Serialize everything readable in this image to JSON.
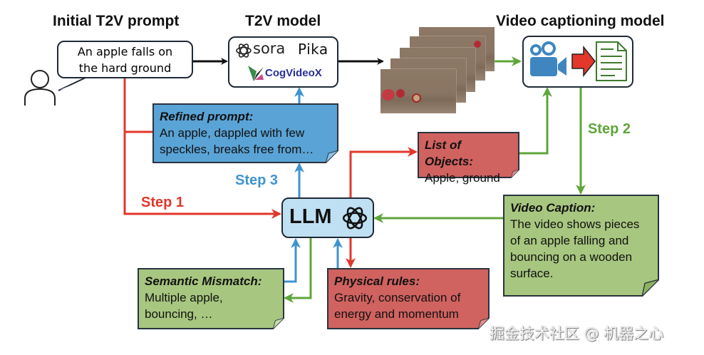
{
  "titles": {
    "initial_prompt": "Initial T2V prompt",
    "t2v_model": "T2V model",
    "captioning_model": "Video captioning model"
  },
  "user_prompt": {
    "line1": "An apple falls on",
    "line2": "the hard ground"
  },
  "t2v_models": {
    "sora": "sora",
    "pika": "Pika",
    "cogvideox": "CogVideoX"
  },
  "llm": {
    "label": "LLM"
  },
  "steps": {
    "step1": "Step 1",
    "step2": "Step 2",
    "step3": "Step 3"
  },
  "notes": {
    "refined_prompt": {
      "heading": "Refined prompt:",
      "line1": "An apple, dappled with few",
      "line2": "speckles, breaks free from…"
    },
    "list_of_objects": {
      "heading": "List of Objects:",
      "line1": "Apple, ground"
    },
    "video_caption": {
      "heading": "Video Caption:",
      "line1": "The video shows pieces",
      "line2": "of an apple falling and",
      "line3": "bouncing on a wooden",
      "line4": "surface."
    },
    "semantic_mismatch": {
      "heading": "Semantic Mismatch:",
      "line1": "Multiple apple,",
      "line2": "bouncing, …"
    },
    "physical_rules": {
      "heading": "Physical rules:",
      "line1": "Gravity, conservation of",
      "line2": "energy and momentum"
    }
  },
  "colors": {
    "red": "#e2372b",
    "blue": "#3f93cf",
    "green": "#5ea53a",
    "black": "#111111"
  },
  "watermark": "掘金技术社区 @ 机器之心"
}
